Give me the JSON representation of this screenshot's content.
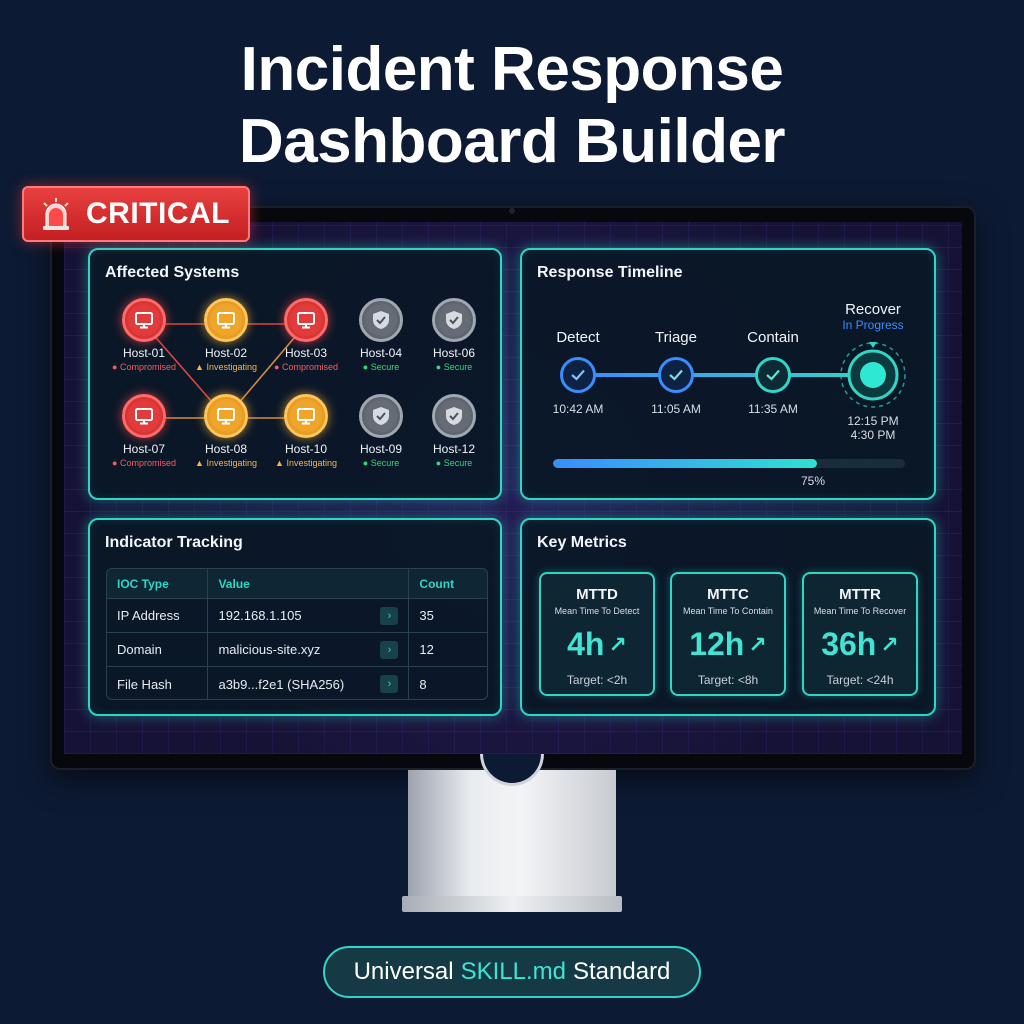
{
  "title": {
    "line1": "Incident Response",
    "line2": "Dashboard Builder"
  },
  "badge": {
    "label": "CRITICAL",
    "icon": "siren-icon",
    "color": "#d62b2d"
  },
  "colors": {
    "accent": "#2fd6c6",
    "compromised": "#e23b3b",
    "investigating": "#f0a52a",
    "secure": "#37d67a",
    "background": "#0c1a33"
  },
  "affected": {
    "title": "Affected Systems",
    "hosts": [
      {
        "name": "Host-01",
        "status": "Compromised",
        "state": "compromised"
      },
      {
        "name": "Host-02",
        "status": "Investigating",
        "state": "investigating"
      },
      {
        "name": "Host-03",
        "status": "Compromised",
        "state": "compromised"
      },
      {
        "name": "Host-04",
        "status": "Secure",
        "state": "secure"
      },
      {
        "name": "Host-06",
        "status": "Secure",
        "state": "secure"
      },
      {
        "name": "Host-07",
        "status": "Compromised",
        "state": "compromised"
      },
      {
        "name": "Host-08",
        "status": "Investigating",
        "state": "investigating"
      },
      {
        "name": "Host-10",
        "status": "Investigating",
        "state": "investigating"
      },
      {
        "name": "Host-09",
        "status": "Secure",
        "state": "secure"
      },
      {
        "name": "Host-12",
        "status": "Secure",
        "state": "secure"
      }
    ]
  },
  "timeline": {
    "title": "Response Timeline",
    "steps": [
      {
        "label": "Detect",
        "time": "10:42 AM"
      },
      {
        "label": "Triage",
        "time": "11:05 AM"
      },
      {
        "label": "Contain",
        "time": "11:35 AM"
      },
      {
        "label": "Recover",
        "sublabel": "In Progress",
        "time": "12:15 PM",
        "time2": "4:30 PM"
      }
    ],
    "progress": 0.75,
    "progress_label": "75%"
  },
  "indicators": {
    "title": "Indicator Tracking",
    "columns": [
      "IOC Type",
      "Value",
      "Count"
    ],
    "rows": [
      {
        "type": "IP Address",
        "value": "192.168.1.105",
        "count": "35"
      },
      {
        "type": "Domain",
        "value": "malicious-site.xyz",
        "count": "12"
      },
      {
        "type": "File Hash",
        "value": "a3b9...f2e1 (SHA256)",
        "count": "8"
      }
    ]
  },
  "metrics": {
    "title": "Key Metrics",
    "items": [
      {
        "abbr": "MTTD",
        "full": "Mean Time To Detect",
        "value": "4h",
        "target": "Target: <2h"
      },
      {
        "abbr": "MTTC",
        "full": "Mean Time To Contain",
        "value": "12h",
        "target": "Target: <8h"
      },
      {
        "abbr": "MTTR",
        "full": "Mean Time To Recover",
        "value": "36h",
        "target": "Target: <24h"
      }
    ]
  },
  "footer": {
    "prefix": "Universal",
    "accent": "SKILL.md",
    "suffix": "Standard"
  }
}
